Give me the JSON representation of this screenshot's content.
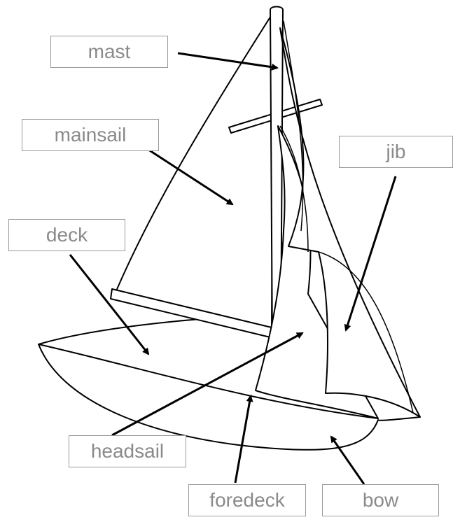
{
  "diagram": {
    "labels": {
      "mast": "mast",
      "mainsail": "mainsail",
      "deck": "deck",
      "jib": "jib",
      "headsail": "headsail",
      "foredeck": "foredeck",
      "bow": "bow"
    }
  }
}
